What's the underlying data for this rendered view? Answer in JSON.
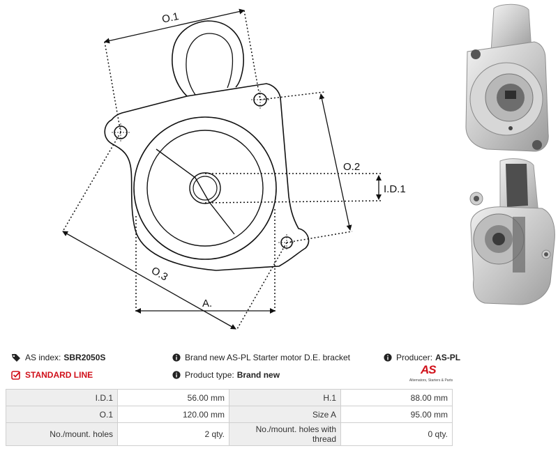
{
  "drawing": {
    "labels": {
      "o1": "O.1",
      "o2": "O.2",
      "o3": "O.3",
      "id1": "I.D.1",
      "a": "A."
    }
  },
  "info": {
    "as_index_label": "AS index:",
    "as_index_value": "SBR2050S",
    "standard_line": "STANDARD LINE",
    "description": "Brand new AS-PL Starter motor D.E. bracket",
    "product_type_label": "Product type:",
    "product_type_value": "Brand new",
    "producer_label": "Producer:",
    "producer_value": "AS-PL"
  },
  "logo": {
    "mark": "AS",
    "tagline": "Alternators, Starters & Parts"
  },
  "icons": {
    "tag": "tag-icon",
    "check": "checkbox-icon",
    "info": "info-icon"
  },
  "colors": {
    "accent": "#d0101a",
    "label_bg": "#eeeeee",
    "border": "#cfcfcf"
  },
  "table": {
    "rows": [
      [
        {
          "label": "I.D.1",
          "value": "56.00 mm"
        },
        {
          "label": "H.1",
          "value": "88.00 mm"
        }
      ],
      [
        {
          "label": "O.1",
          "value": "120.00 mm"
        },
        {
          "label": "Size A",
          "value": "95.00 mm"
        }
      ],
      [
        {
          "label": "No./mount. holes",
          "value": "2 qty."
        },
        {
          "label": "No./mount. holes with thread",
          "value": "0 qty."
        }
      ]
    ]
  }
}
